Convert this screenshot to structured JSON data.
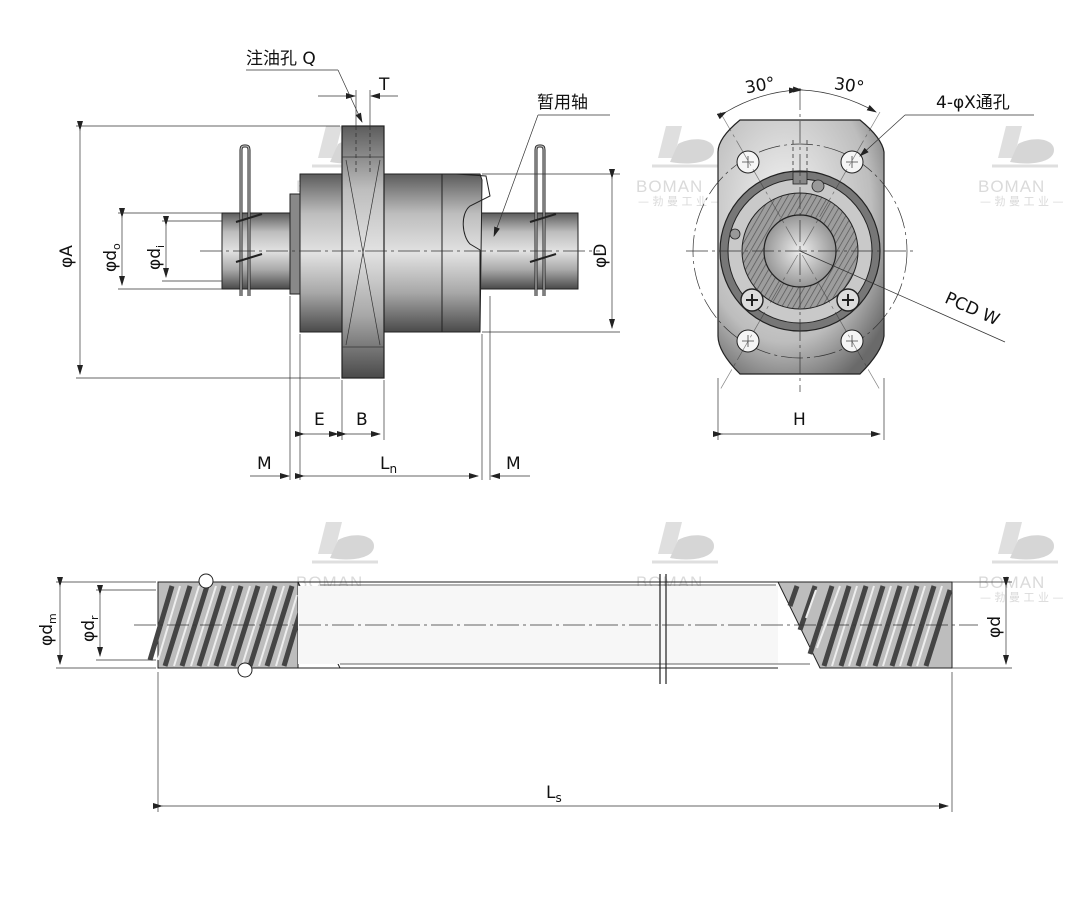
{
  "labels": {
    "oil_hole": "注油孔 Q",
    "T": "T",
    "temp_shaft": "暂用轴",
    "phiA": "φA",
    "phido": "φd",
    "phido_sub": "o",
    "phidi": "φd",
    "phidi_sub": "i",
    "phiD": "φD",
    "E": "E",
    "B": "B",
    "M_left": "M",
    "Ln": "L",
    "Ln_sub": "n",
    "M_right": "M",
    "angle_left": "30°",
    "angle_right": "30°",
    "holes": "4-φX通孔",
    "pcd": "PCD W",
    "H": "H",
    "phidm": "φd",
    "phidm_sub": "m",
    "phidr": "φd",
    "phidr_sub": "r",
    "phid": "φd",
    "Ls": "L",
    "Ls_sub": "s"
  },
  "watermark": {
    "brand": "BOMAN",
    "subtitle": "— 勃 曼 工 业 —"
  },
  "colors": {
    "line": "#222222",
    "body_fill": "#c8c8c8",
    "body_dark": "#6e6e6e",
    "watermark": "#d6d6d6"
  }
}
